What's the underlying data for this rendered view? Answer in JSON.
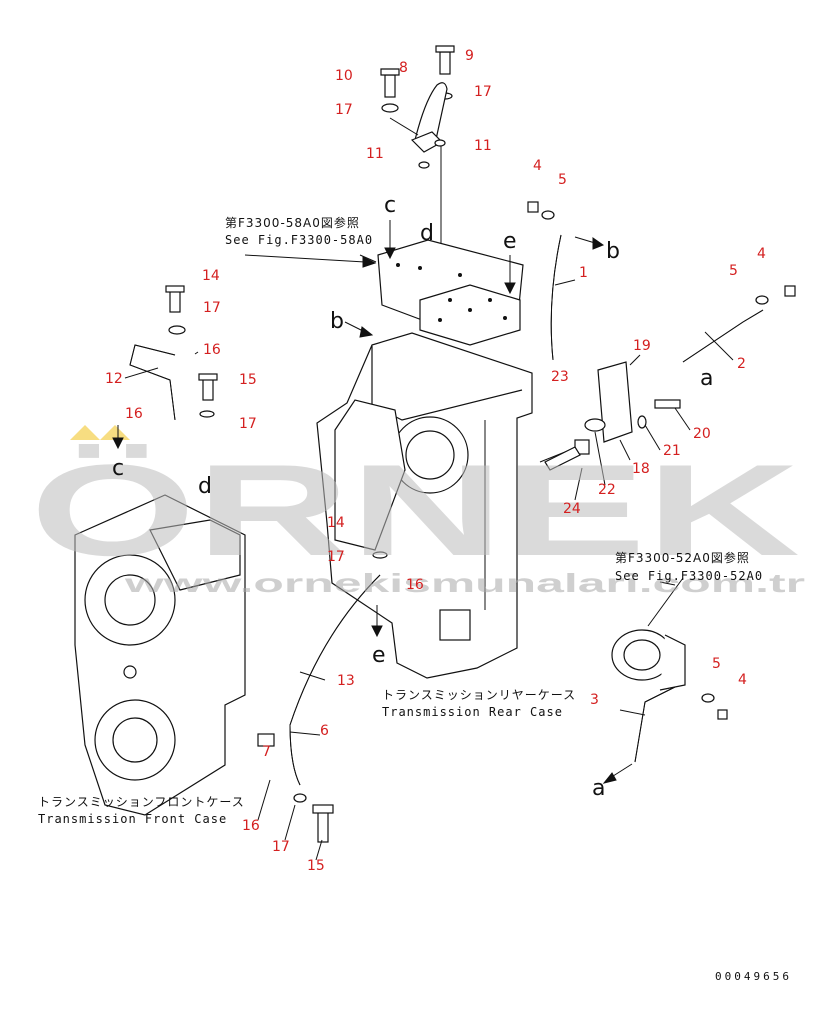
{
  "refs": {
    "ref1": {
      "jp": "第F3300-58A0図参照",
      "en": "See Fig.F3300-58A0"
    },
    "ref2": {
      "jp": "第F3300-52A0図参照",
      "en": "See Fig.F3300-52A0"
    }
  },
  "case_labels": {
    "rear": {
      "jp": "トランスミッションリヤーケース",
      "en": "Transmission Rear Case"
    },
    "front": {
      "jp": "トランスミッションフロントケース",
      "en": "Transmission Front Case"
    }
  },
  "letters": [
    "c",
    "d",
    "e",
    "b",
    "b",
    "a",
    "a",
    "c",
    "d",
    "e"
  ],
  "part_numbers": [
    "10",
    "8",
    "9",
    "17",
    "17",
    "11",
    "11",
    "4",
    "5",
    "1",
    "5",
    "4",
    "2",
    "14",
    "17",
    "16",
    "12",
    "15",
    "16",
    "17",
    "19",
    "23",
    "20",
    "21",
    "18",
    "22",
    "24",
    "14",
    "17",
    "16",
    "13",
    "6",
    "7",
    "16",
    "17",
    "15",
    "3",
    "5",
    "4"
  ],
  "watermark": {
    "big": "ÖRNEK",
    "url": "www.ornekismunalari.com.tr"
  },
  "drawing_number": "00049656",
  "colors": {
    "part_number": "#d42020",
    "line": "#111111",
    "watermark": "#bdbdbd",
    "accent": "#f2c21b"
  }
}
